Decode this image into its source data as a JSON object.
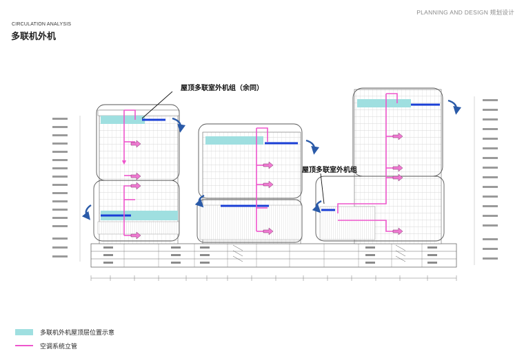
{
  "header": {
    "right_text": "PLANNING AND DESIGN 规划设计",
    "kicker": "CIRCULATION ANALYSIS",
    "title": "多联机外机"
  },
  "callouts": {
    "roof_units_same": "屋顶多联室外机组（余同）",
    "roof_units": "屋顶多联室外机组"
  },
  "legend": {
    "swatch_label": "多联机外机屋顶层位置示意",
    "line_label": "空调系统立管"
  },
  "colors": {
    "cyan": "#9fdfe0",
    "pink_pipe": "#ee55cc",
    "blue_bar": "#1a3fd6",
    "arrow_fill": "#f07ad2",
    "arrow_blue": "#2a5aa8"
  },
  "icons": {
    "flow_arrow": "right-arrow-icon",
    "curve_arrow": "curved-arrow-icon"
  }
}
